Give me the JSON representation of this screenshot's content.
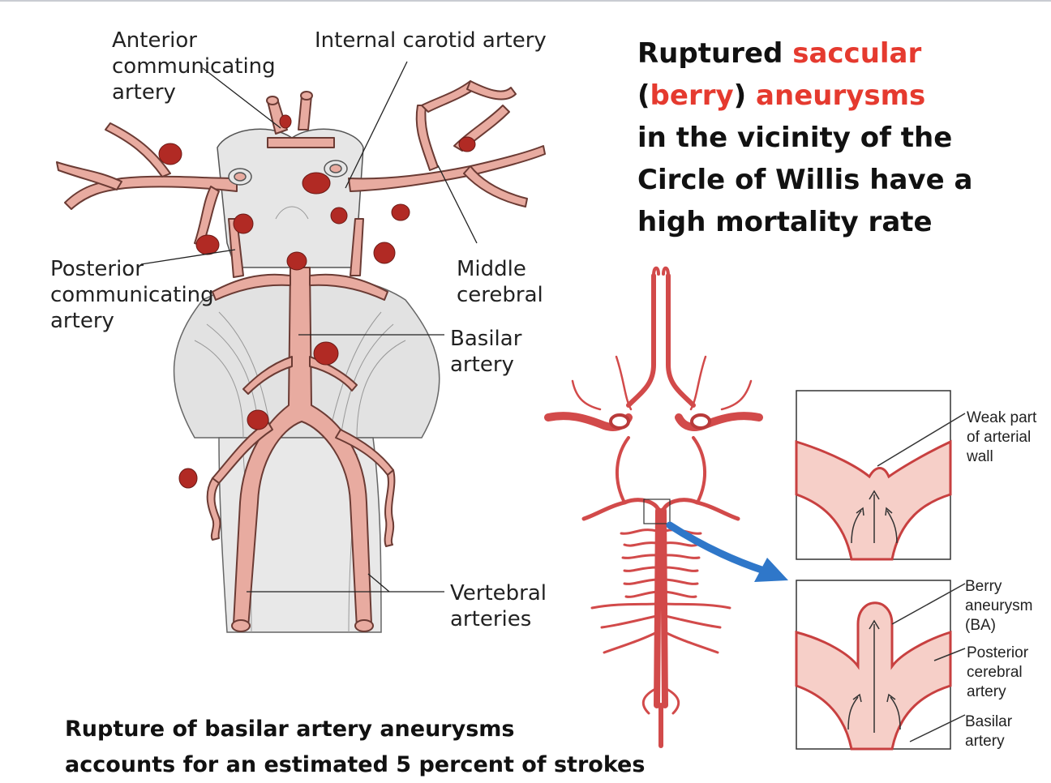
{
  "headline": {
    "w1": "Ruptured",
    "w2": "saccular",
    "w3": "(",
    "w4": "berry",
    "w5": ")",
    "w6": "aneurysms",
    "line3": "in the vicinity of the",
    "line4": "Circle of Willis have a",
    "line5": "high mortality rate"
  },
  "caption": {
    "line1": "Rupture of basilar artery aneurysms",
    "line2": "accounts for an estimated 5 percent of strokes"
  },
  "left_labels": {
    "anterior_communicating": "Anterior\ncommunicating\nartery",
    "internal_carotid": "Internal carotid artery",
    "posterior_communicating": "Posterior\ncommunicating\nartery",
    "middle_cerebral": "Middle\ncerebral",
    "basilar": "Basilar\nartery",
    "vertebral": "Vertebral\narteries"
  },
  "inset_labels": {
    "weak_part": "Weak part\nof arterial\nwall",
    "berry_aneurysm": "Berry\naneurysm\n(BA)",
    "posterior_cerebral": "Posterior\ncerebral\nartery",
    "basilar": "Basilar\nartery"
  },
  "colors": {
    "artery_fill": "#e8aba0",
    "artery_stroke": "#6b3b34",
    "aneurysm": "#b12a24",
    "brain_tissue": "#e6e6e6",
    "vessel_red": "#d24a4a",
    "inset_pink": "#f6cfc8",
    "arrow_blue": "#2f77c9",
    "highlight_red": "#e53a2f"
  }
}
